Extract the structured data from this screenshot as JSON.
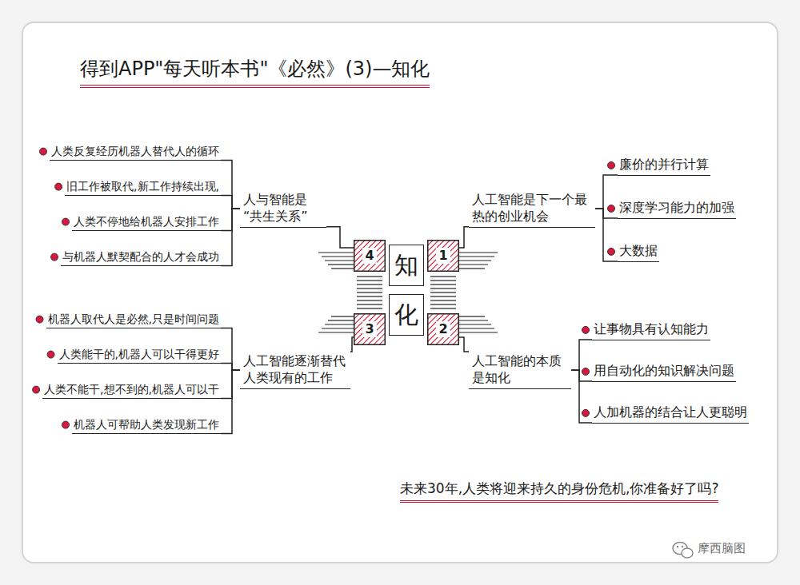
{
  "diagram": {
    "title": "得到APP\"每天听本书\"《必然》(3)—知化",
    "caption": "未来30年,人类将迎来持久的身份危机,你准备好了吗?",
    "nodes": [
      {
        "text": [
          "知"
        ]
      },
      {
        "text": [
          "化"
        ]
      },
      {
        "text": [
          "1"
        ]
      },
      {
        "text": [
          "人工智能是下一个最热的创业机会"
        ]
      },
      {
        "text": [
          "廉价的并行计算"
        ]
      },
      {
        "text": [
          "深度学习能力的加强"
        ]
      },
      {
        "text": [
          "大数据"
        ]
      },
      {
        "text": [
          "2"
        ]
      },
      {
        "text": [
          "人工智能的本质是知化"
        ]
      },
      {
        "text": [
          "让事物具有认知能力"
        ]
      },
      {
        "text": [
          "用自动化的知识解决问题"
        ]
      },
      {
        "text": [
          "人加机器的结合让人更聪明"
        ]
      },
      {
        "text": [
          "3"
        ]
      },
      {
        "text": [
          "人工智能逐渐替代人类现有的工作"
        ]
      },
      {
        "text": [
          "机器人取代人是必然,只是时间问题"
        ]
      },
      {
        "text": [
          "人类能干的,机器人可以干得更好"
        ]
      },
      {
        "text": [
          "人类不能干,想不到的,机器人可以干"
        ]
      },
      {
        "text": [
          "机器人可帮助人类发现新工作"
        ]
      },
      {
        "text": [
          "4"
        ]
      },
      {
        "text": [
          "人与智能是“共生关系”"
        ]
      },
      {
        "text": [
          "人类反复经历机器人替代人的循环"
        ]
      },
      {
        "text": [
          "旧工作被取代,新工作持续出现,"
        ]
      },
      {
        "text": [
          "人类不停地给机器人安排工作"
        ]
      },
      {
        "text": [
          "与机器人默契配合的人才会成功"
        ]
      }
    ],
    "edges": [
      {
        "from": 2,
        "to": 3,
        "arrow": "none"
      },
      {
        "from": 3,
        "to": 4,
        "arrow": "none"
      },
      {
        "from": 3,
        "to": 5,
        "arrow": "none"
      },
      {
        "from": 3,
        "to": 6,
        "arrow": "none"
      },
      {
        "from": 7,
        "to": 8,
        "arrow": "none"
      },
      {
        "from": 8,
        "to": 9,
        "arrow": "none"
      },
      {
        "from": 8,
        "to": 10,
        "arrow": "none"
      },
      {
        "from": 8,
        "to": 11,
        "arrow": "none"
      },
      {
        "from": 12,
        "to": 13,
        "arrow": "none"
      },
      {
        "from": 13,
        "to": 14,
        "arrow": "none"
      },
      {
        "from": 13,
        "to": 15,
        "arrow": "none"
      },
      {
        "from": 13,
        "to": 16,
        "arrow": "none"
      },
      {
        "from": 13,
        "to": 17,
        "arrow": "none"
      },
      {
        "from": 18,
        "to": 19,
        "arrow": "none"
      },
      {
        "from": 19,
        "to": 20,
        "arrow": "none"
      },
      {
        "from": 19,
        "to": 21,
        "arrow": "none"
      },
      {
        "from": 19,
        "to": 22,
        "arrow": "none"
      },
      {
        "from": 19,
        "to": 23,
        "arrow": "none"
      }
    ],
    "labels": [
      "摩西脑图"
    ]
  }
}
